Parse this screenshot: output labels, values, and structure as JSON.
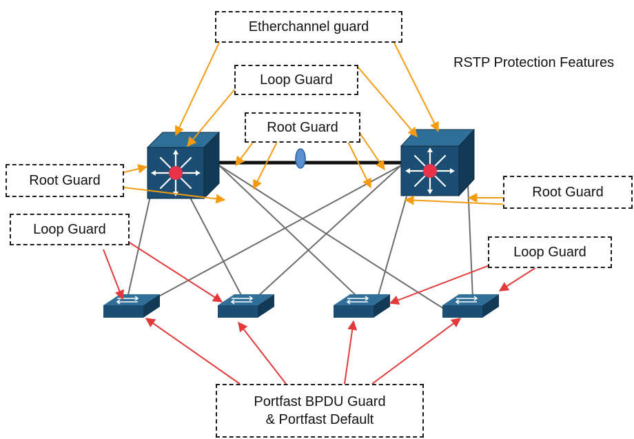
{
  "title": "RSTP Protection Features",
  "labels": {
    "etherchannel_guard": "Etherchannel guard",
    "loop_guard_top": "Loop Guard",
    "root_guard_center": "Root Guard",
    "root_guard_left": "Root Guard",
    "root_guard_right": "Root Guard",
    "loop_guard_left": "Loop Guard",
    "loop_guard_right": "Loop Guard",
    "portfast_line1": "Portfast BPDU Guard",
    "portfast_line2": "& Portfast Default"
  },
  "icons": {
    "core_switch": "multilayer-switch-icon",
    "access_switch": "workgroup-switch-icon",
    "etherchannel": "etherchannel-bundle-icon"
  },
  "colors": {
    "core_arrow": "#f39c12",
    "access_arrow": "#e23a3a",
    "link": "#6b6b6b",
    "trunk": "#111111",
    "switch_front": "#1b4e72",
    "switch_top": "#2f6f98",
    "switch_side": "#123a57",
    "switch_center": "#e8334a",
    "etherchannel": "#5b8fd0"
  }
}
